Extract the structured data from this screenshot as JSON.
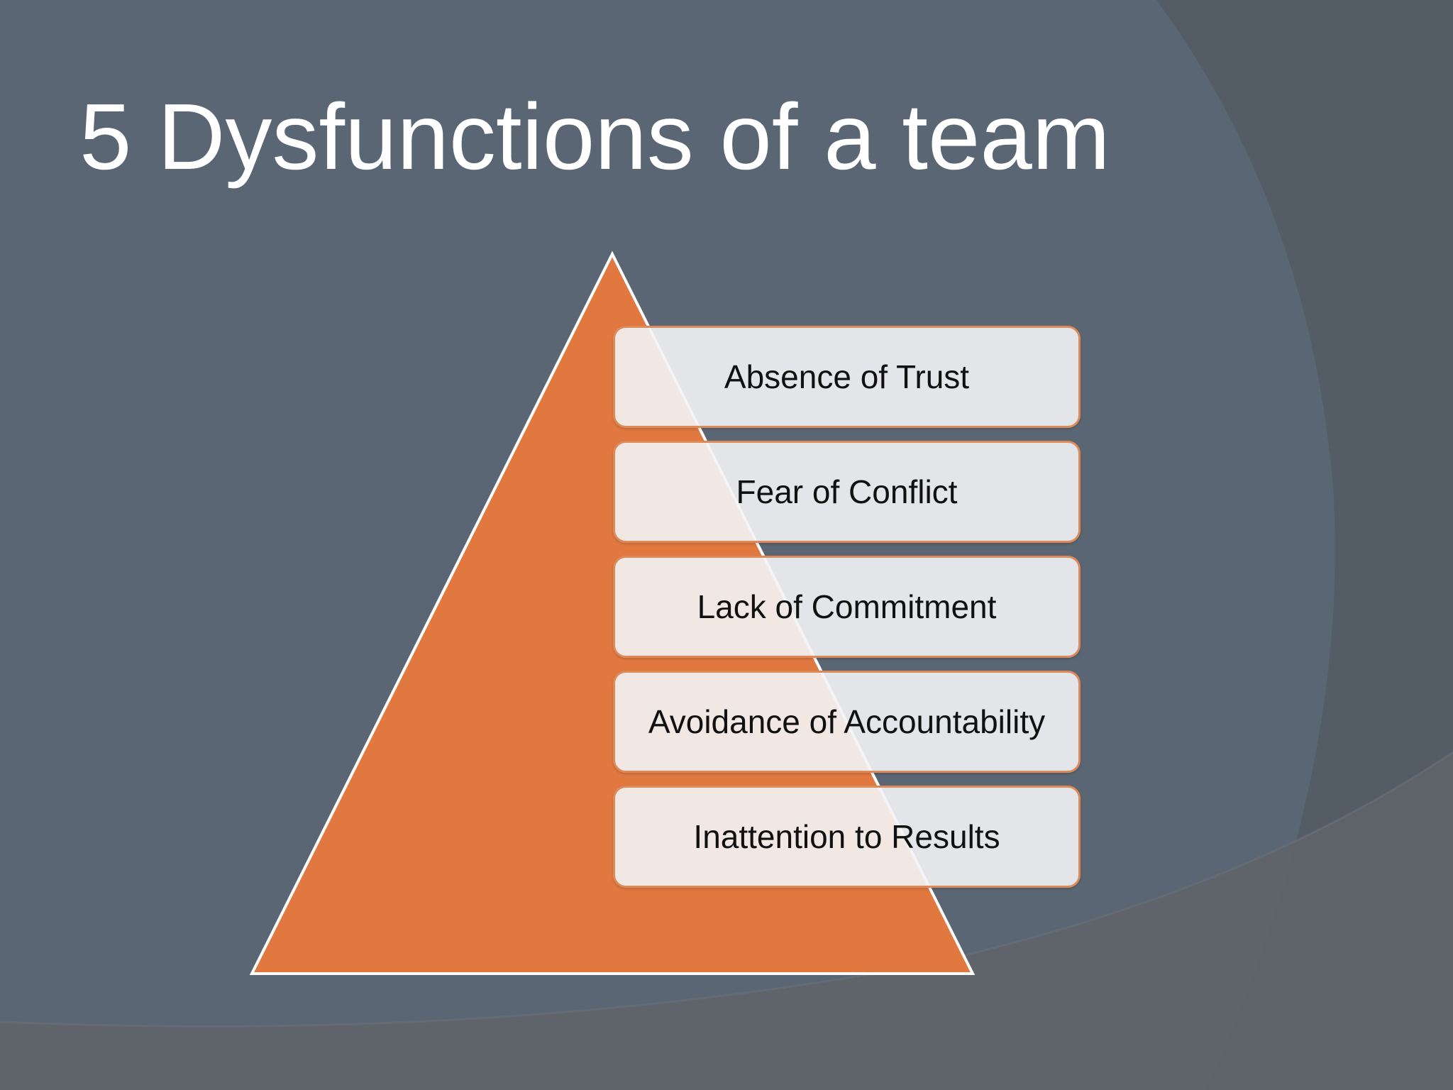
{
  "slide": {
    "title": "5 Dysfunctions of a team"
  },
  "pyramid": {
    "fill_color": "#e07840",
    "outline_color": "#ffffff",
    "levels": [
      {
        "label": "Absence of Trust"
      },
      {
        "label": "Fear of Conflict"
      },
      {
        "label": "Lack of Commitment"
      },
      {
        "label": "Avoidance of Accountability"
      },
      {
        "label": "Inattention to Results"
      }
    ]
  },
  "colors": {
    "background": "#5a6673",
    "background_dark": "#535861",
    "box_border": "#dc8a5a",
    "box_fill": "#f3f3f5"
  }
}
